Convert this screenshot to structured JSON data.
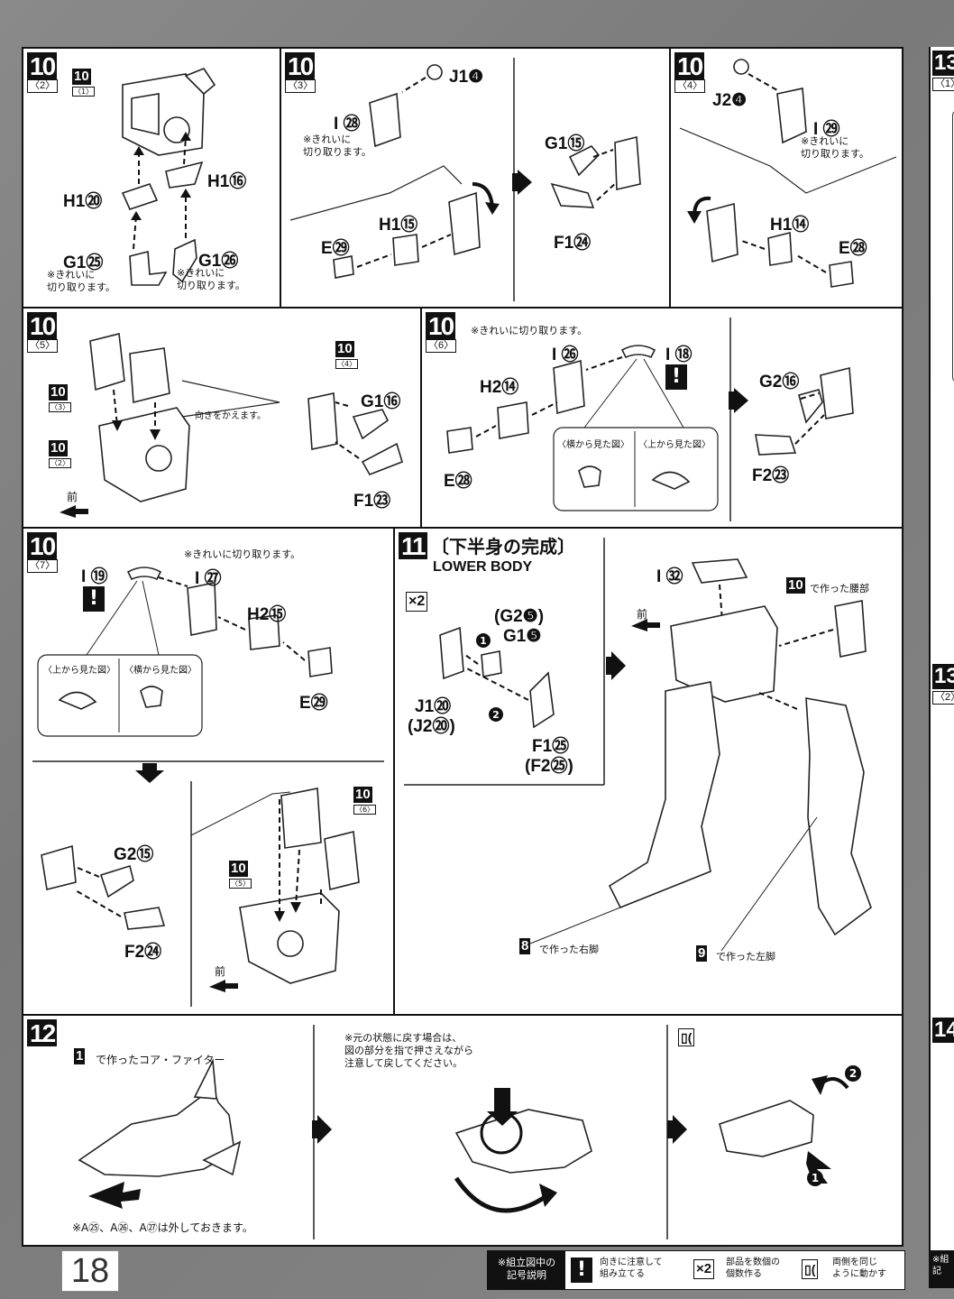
{
  "page_number": "18",
  "steps": {
    "s10_2": {
      "num": "10",
      "sub": "〈2〉",
      "ref_num": "10",
      "ref_sub": "〈1〉",
      "labels": [
        "H1⑳",
        "H1⑯",
        "G1㉕",
        "G1㉖"
      ],
      "note_a": "※きれいに\n切り取ります。",
      "note_b": "※きれいに\n切り取ります。"
    },
    "s10_3": {
      "num": "10",
      "sub": "〈3〉",
      "labels": [
        "J1❹",
        "I ㉘",
        "H1⑮",
        "E㉙",
        "G1⑮",
        "F1㉔"
      ],
      "note": "※きれいに\n切り取ります。"
    },
    "s10_4": {
      "num": "10",
      "sub": "〈4〉",
      "labels": [
        "J2❹",
        "I ㉙",
        "H1⑭",
        "E㉘"
      ],
      "note": "※きれいに\n切り取ります。"
    },
    "s10_5": {
      "num": "10",
      "sub": "〈5〉",
      "refs": [
        {
          "num": "10",
          "sub": "〈3〉"
        },
        {
          "num": "10",
          "sub": "〈2〉"
        },
        {
          "num": "10",
          "sub": "〈4〉"
        }
      ],
      "labels": [
        "G1⑯",
        "F1㉓"
      ],
      "turn_note": "向きをかえます。",
      "front": "前"
    },
    "s10_6": {
      "num": "10",
      "sub": "〈6〉",
      "note": "※きれいに切り取ります。",
      "labels": [
        "I ㉖",
        "I ⑱",
        "H2⑭",
        "E㉘",
        "G2⑯",
        "F2㉓"
      ],
      "view_side": "〈横から見た図〉",
      "view_top": "〈上から見た図〉"
    },
    "s10_7": {
      "num": "10",
      "sub": "〈7〉",
      "note": "※きれいに切り取ります。",
      "labels": [
        "I ⑲",
        "I ㉗",
        "H2⑮",
        "E㉙",
        "G2⑮",
        "F2㉔"
      ],
      "view_top": "〈上から見た図〉",
      "view_side": "〈横から見た図〉",
      "refs": [
        {
          "num": "10",
          "sub": "〈6〉"
        },
        {
          "num": "10",
          "sub": "〈5〉"
        }
      ],
      "front": "前"
    },
    "s11": {
      "num": "11",
      "title_jp": "〔下半身の完成〕",
      "title_en": "LOWER BODY",
      "times": "×2",
      "labels": [
        "(G2❺)",
        "G1❺",
        "J1⑳",
        "(J2⑳)",
        "F1㉕",
        "(F2㉕)",
        "I ㉜"
      ],
      "step_marks": [
        "1",
        "2"
      ],
      "waist_num": "10",
      "waist_note": "で作った腰部",
      "right_leg_num": "8",
      "right_leg_note": "で作った右脚",
      "left_leg_num": "9",
      "left_leg_note": "で作った左脚",
      "front": "前"
    },
    "s12": {
      "num": "12",
      "core_num": "1",
      "core_note": "で作ったコア・ファイター",
      "remove_note": "※A㉕、A㉖、A㉗は外しておきます。",
      "restore_note": "※元の状態に戻す場合は、\n図の部分を指で押さえながら\n注意して戻してください。",
      "step_marks": [
        "1",
        "2"
      ]
    }
  },
  "legend": {
    "title": "※組立図中の\n記号説明",
    "items": [
      {
        "symbol": "!",
        "text": "向きに注意して\n組み立てる"
      },
      {
        "symbol": "×2",
        "text": "部品を数個の\n個数作る"
      },
      {
        "symbol": "▯(",
        "text": "両側を同じ\nように動かす"
      }
    ]
  },
  "edge": {
    "right_top": "13",
    "right_top_sub": "〈1〉",
    "right_mid": "13",
    "right_mid_sub": "〈2〉",
    "right_bot": "14",
    "right_bot_note": "※組\n記"
  }
}
